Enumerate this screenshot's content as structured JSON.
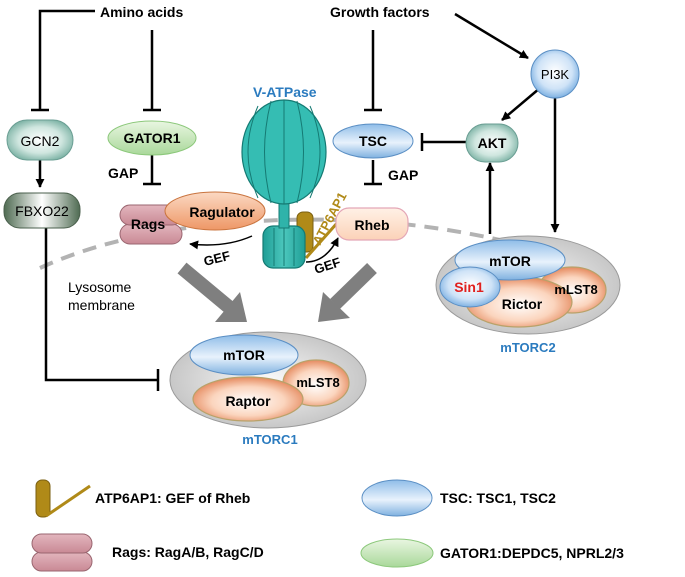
{
  "inputs": {
    "amino_acids": "Amino acids",
    "growth_factors": "Growth factors"
  },
  "nodes": {
    "gcn2": "GCN2",
    "fbxo22": "FBXO22",
    "gator1": "GATOR1",
    "vatpase": "V-ATPase",
    "tsc": "TSC",
    "akt": "AKT",
    "pi3k": "PI3K",
    "rags": "Rags",
    "ragulator": "Ragulator",
    "rheb": "Rheb",
    "atp6ap1": "ATP6AP1"
  },
  "edge_labels": {
    "gap_gator1": "GAP",
    "gap_tsc": "GAP",
    "gef_ragulator": "GEF",
    "gef_atp6ap1": "GEF"
  },
  "lysosome": {
    "line1": "Lysosome",
    "line2": "membrane"
  },
  "mtorc1": {
    "title": "mTORC1",
    "mtor": "mTOR",
    "raptor": "Raptor",
    "mlst8": "mLST8"
  },
  "mtorc2": {
    "title": "mTORC2",
    "mtor": "mTOR",
    "sin1": "Sin1",
    "rictor": "Rictor",
    "mlst8": "mLST8"
  },
  "legend": {
    "atp6ap1": "ATP6AP1: GEF of Rheb",
    "rags": "Rags: RagA/B, RagC/D",
    "tsc": "TSC: TSC1, TSC2",
    "gator1": "GATOR1:DEPDC5, NPRL2/3"
  },
  "colors": {
    "blue_title": "#2b7bbf",
    "sin1_red": "#e0201e",
    "atp6ap1_gold": "#b08a18",
    "arrow_gray": "#7f7f7f",
    "membrane_gray": "#b3b3b3"
  }
}
